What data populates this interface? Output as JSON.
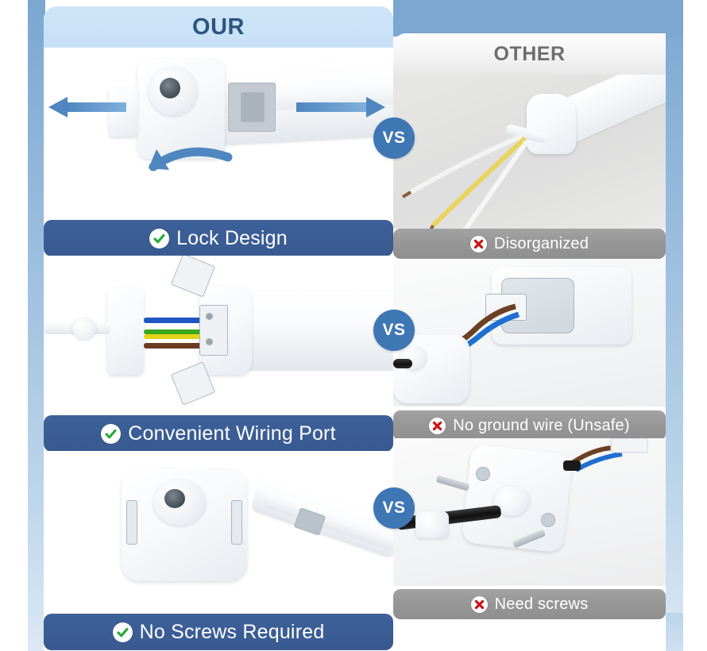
{
  "columns": {
    "our": {
      "title": "OUR",
      "title_color": "#2c5580",
      "header_bg": "#c6e0f6"
    },
    "other": {
      "title": "OTHER",
      "title_color": "#6d6d6d",
      "header_bg": "#f0f0f0"
    }
  },
  "vs_badges": [
    {
      "label": "VS"
    },
    {
      "label": "VS"
    },
    {
      "label": "VS"
    }
  ],
  "our_features": [
    {
      "label": "Lock Design",
      "mark": "check-icon",
      "mark_color": "#29a838"
    },
    {
      "label": "Convenient Wiring Port",
      "mark": "check-icon",
      "mark_color": "#29a838"
    },
    {
      "label": "No Screws Required",
      "mark": "check-icon",
      "mark_color": "#29a838"
    }
  ],
  "other_features": [
    {
      "label": "Disorganized",
      "mark": "cross-icon",
      "mark_color": "#cc1111"
    },
    {
      "label": "No ground wire (Unsafe)",
      "mark": "cross-icon",
      "mark_color": "#cc1111"
    },
    {
      "label": "Need screws",
      "mark": "cross-icon",
      "mark_color": "#cc1111"
    }
  ],
  "theme": {
    "frame_blue": "#7ba7d0",
    "bar_good_bg": "#3b5d95",
    "bar_bad_bg": "#969696",
    "vs_bg": "#3f76b4",
    "arrow_blue": "#4f86c0"
  },
  "wire_colors": {
    "neutral_blue": "#1f56c4",
    "earth_green": "#3aa81f",
    "earth_yellow": "#e3d319",
    "live_brown": "#6b3b20",
    "other_brown": "#6b4024",
    "other_blue": "#1f6fd0",
    "other_yellow": "#e8d45c",
    "other_white": "#f3f3f3"
  }
}
